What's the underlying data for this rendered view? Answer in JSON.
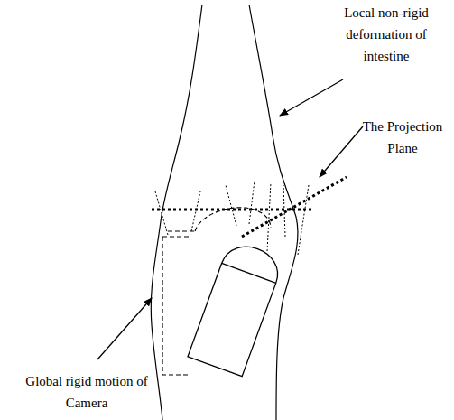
{
  "diagram": {
    "labels": [
      "Local non-rigid deformation of intestine",
      "The Projection Plane",
      "Global rigid motion of Camera"
    ]
  }
}
